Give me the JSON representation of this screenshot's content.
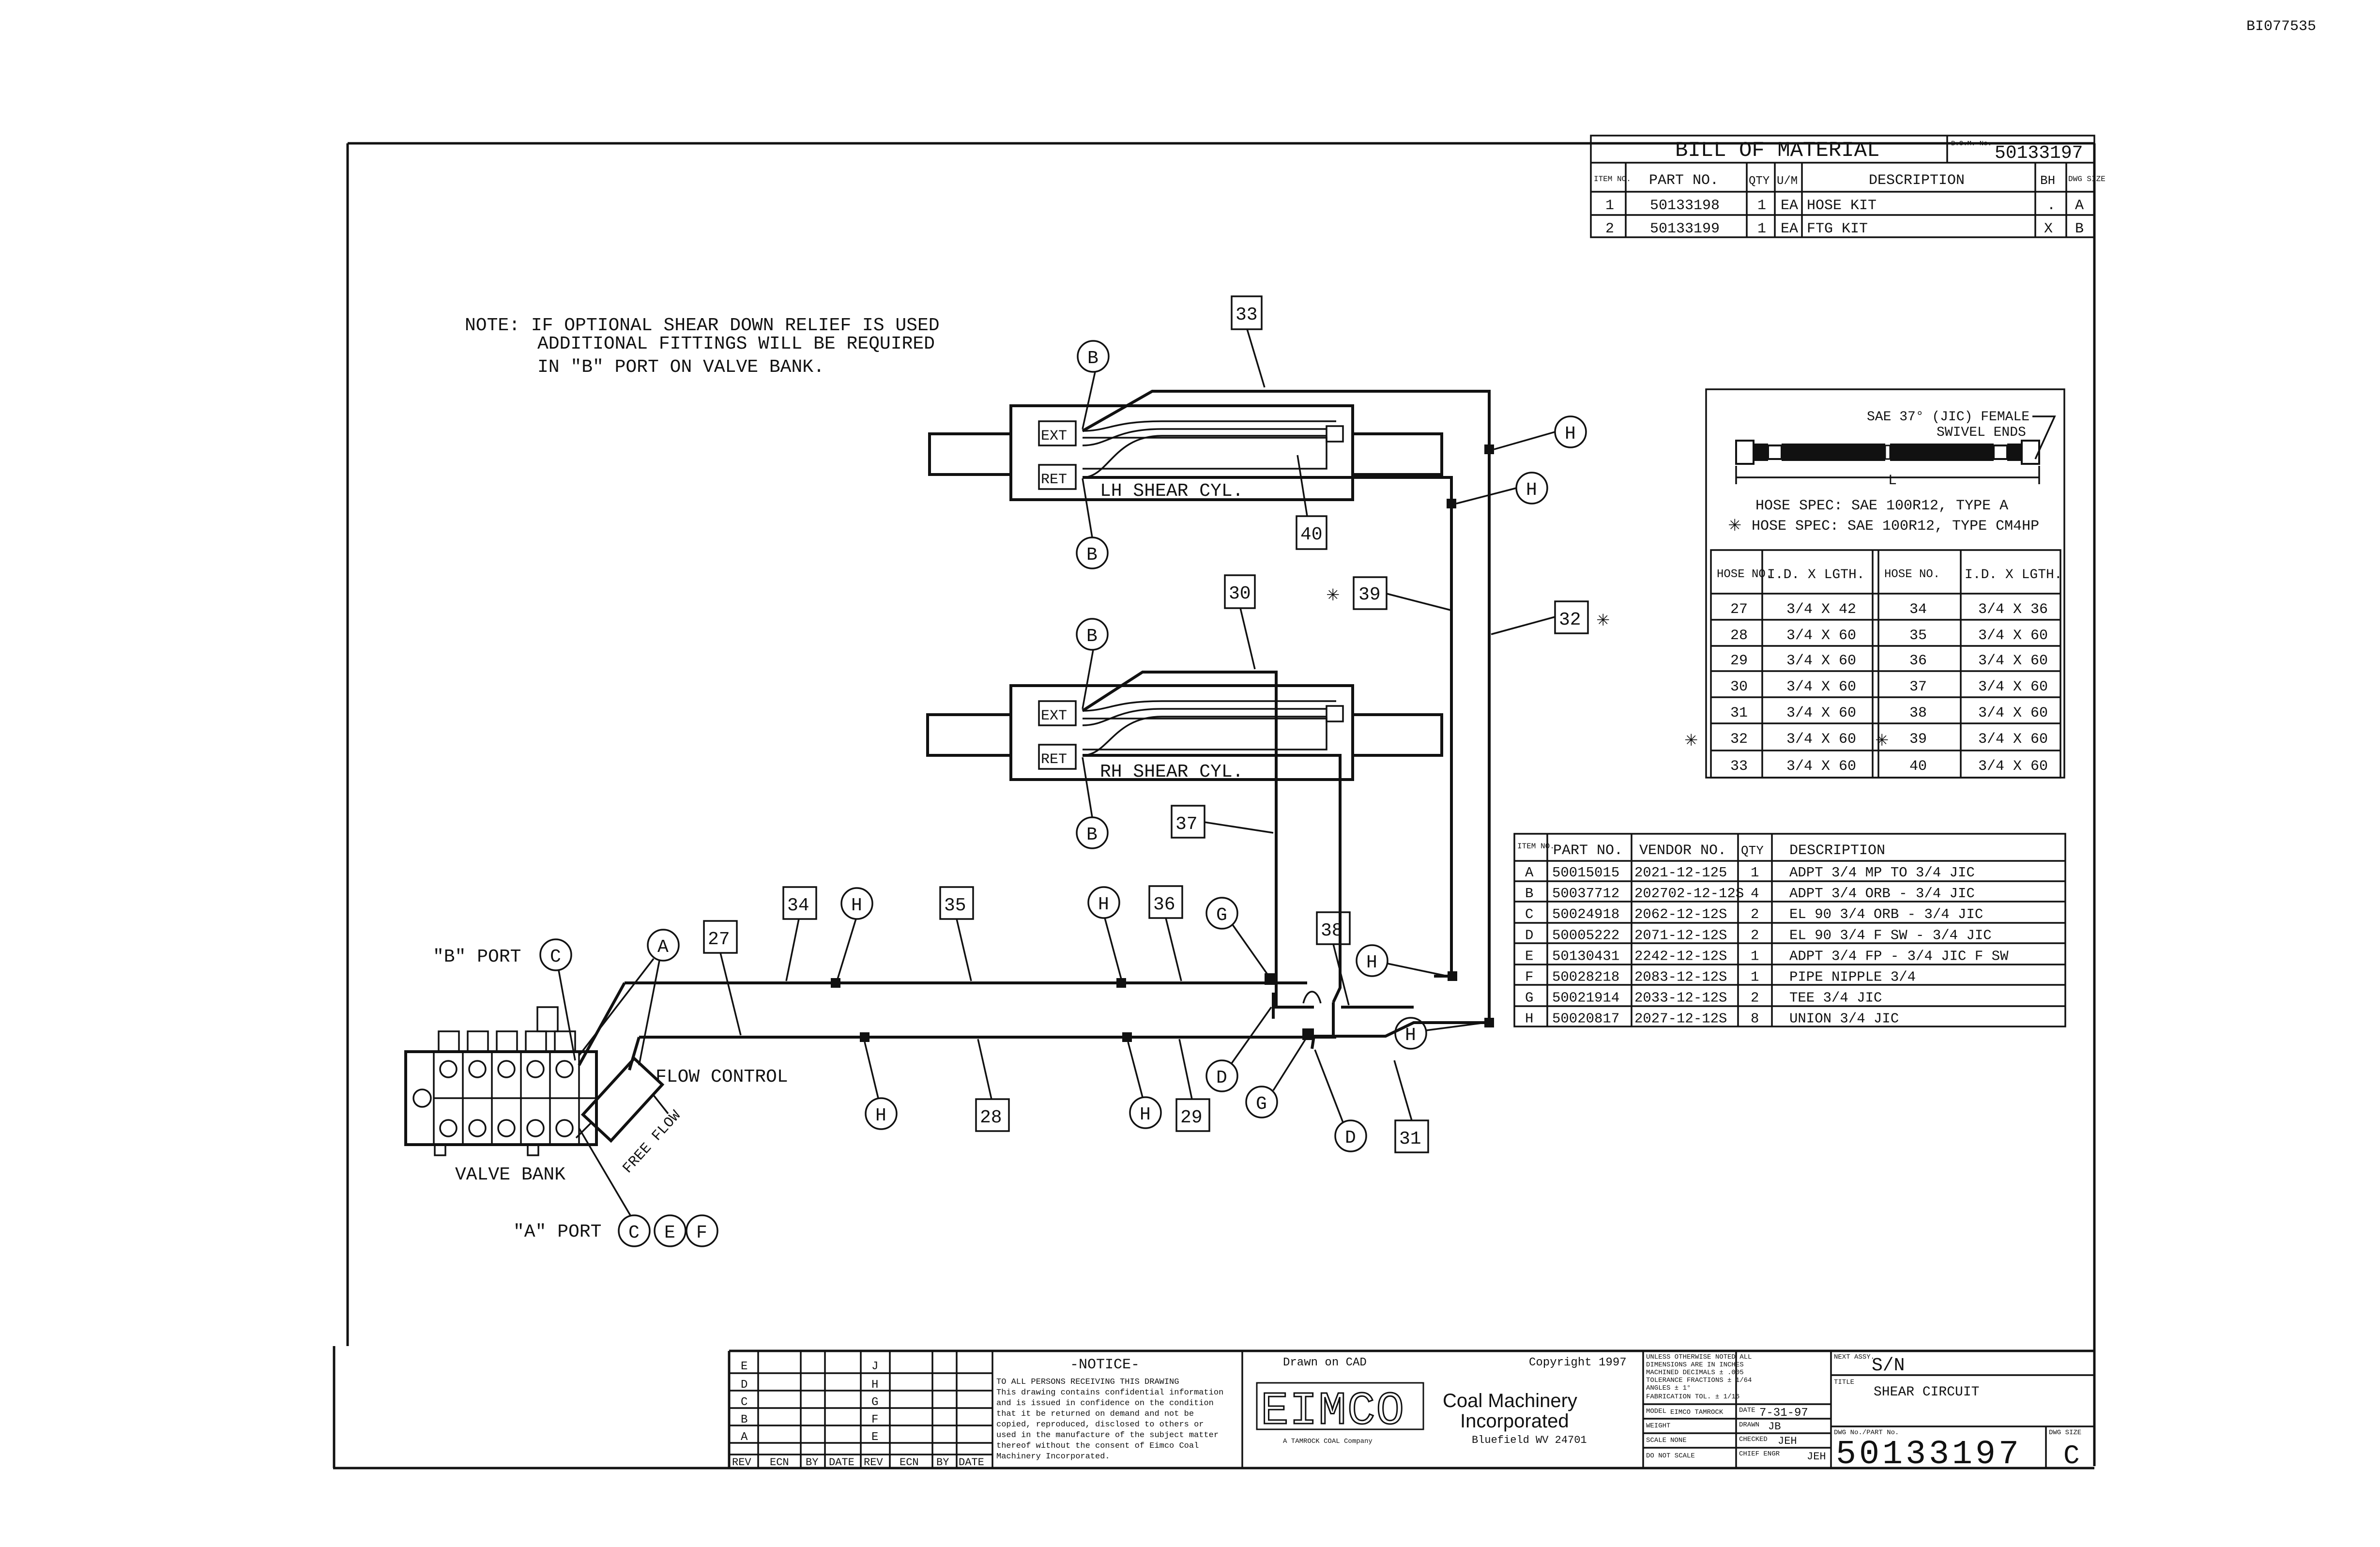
{
  "doc_id": "BI077535",
  "note": {
    "lines": [
      "NOTE: IF OPTIONAL SHEAR DOWN RELIEF IS USED",
      "ADDITIONAL FITTINGS WILL BE REQUIRED",
      "IN \"B\" PORT ON VALVE BANK."
    ]
  },
  "bom": {
    "title": "BILL OF MATERIAL",
    "bom_no": "50133197",
    "bom_no_label": "B.O.M. No.",
    "headers": {
      "item": "ITEM NO.",
      "part": "PART NO.",
      "qty": "QTY",
      "um": "U/M",
      "desc": "DESCRIPTION",
      "bh": "BH",
      "size": "DWG SIZE"
    },
    "rows": [
      {
        "item": "1",
        "part": "50133198",
        "qty": "1",
        "um": "EA",
        "desc": "HOSE KIT",
        "bh": ".",
        "size": "A"
      },
      {
        "item": "2",
        "part": "50133199",
        "qty": "1",
        "um": "EA",
        "desc": "FTG KIT",
        "bh": "X",
        "size": "B"
      }
    ]
  },
  "hose_spec": {
    "end_label_1": "SAE 37° (JIC) FEMALE",
    "end_label_2": "SWIVEL ENDS",
    "length_label": "L",
    "spec_1": "HOSE SPEC: SAE 100R12, TYPE A",
    "spec_2": "HOSE SPEC: SAE 100R12, TYPE CM4HP",
    "headers": {
      "hose_no": "HOSE NO.",
      "id_lgth": "I.D. X LGTH."
    },
    "left": [
      {
        "no": "27",
        "id": "3/4 X 42",
        "star": ""
      },
      {
        "no": "28",
        "id": "3/4 X 60",
        "star": ""
      },
      {
        "no": "29",
        "id": "3/4 X 60",
        "star": ""
      },
      {
        "no": "30",
        "id": "3/4 X 60",
        "star": ""
      },
      {
        "no": "31",
        "id": "3/4 X 60",
        "star": ""
      },
      {
        "no": "32",
        "id": "3/4 X 60",
        "star": "✳"
      },
      {
        "no": "33",
        "id": "3/4 X 60",
        "star": ""
      }
    ],
    "right": [
      {
        "no": "34",
        "id": "3/4 X 36",
        "star": ""
      },
      {
        "no": "35",
        "id": "3/4 X 60",
        "star": ""
      },
      {
        "no": "36",
        "id": "3/4 X 60",
        "star": ""
      },
      {
        "no": "37",
        "id": "3/4 X 60",
        "star": ""
      },
      {
        "no": "38",
        "id": "3/4 X 60",
        "star": ""
      },
      {
        "no": "39",
        "id": "3/4 X 60",
        "star": "✳"
      },
      {
        "no": "40",
        "id": "3/4 X 60",
        "star": ""
      }
    ]
  },
  "fittings": {
    "headers": {
      "item": "ITEM NO.",
      "part": "PART NO.",
      "vendor": "VENDOR NO.",
      "qty": "QTY",
      "desc": "DESCRIPTION"
    },
    "rows": [
      {
        "item": "A",
        "part": "50015015",
        "vendor": "2021-12-125",
        "qty": "1",
        "desc": "ADPT 3/4 MP TO 3/4 JIC"
      },
      {
        "item": "B",
        "part": "50037712",
        "vendor": "202702-12-12S",
        "qty": "4",
        "desc": "ADPT 3/4 ORB - 3/4 JIC"
      },
      {
        "item": "C",
        "part": "50024918",
        "vendor": "2062-12-12S",
        "qty": "2",
        "desc": "EL 90 3/4 ORB - 3/4 JIC"
      },
      {
        "item": "D",
        "part": "50005222",
        "vendor": "2071-12-12S",
        "qty": "2",
        "desc": "EL 90 3/4 F SW - 3/4 JIC"
      },
      {
        "item": "E",
        "part": "50130431",
        "vendor": "2242-12-12S",
        "qty": "1",
        "desc": "ADPT 3/4 FP - 3/4 JIC F SW"
      },
      {
        "item": "F",
        "part": "50028218",
        "vendor": "2083-12-12S",
        "qty": "1",
        "desc": "PIPE NIPPLE 3/4"
      },
      {
        "item": "G",
        "part": "50021914",
        "vendor": "2033-12-12S",
        "qty": "2",
        "desc": "TEE 3/4 JIC"
      },
      {
        "item": "H",
        "part": "50020817",
        "vendor": "2027-12-12S",
        "qty": "8",
        "desc": "UNION 3/4 JIC"
      }
    ]
  },
  "diagram": {
    "lh_cyl": "LH SHEAR CYL.",
    "rh_cyl": "RH SHEAR CYL.",
    "ext": "EXT",
    "ret": "RET",
    "b_port": "\"B\" PORT",
    "a_port": "\"A\" PORT",
    "valve_bank": "VALVE BANK",
    "flow_control": "FLOW CONTROL",
    "free_flow": "FREE FLOW",
    "star": "✳",
    "hose_tags": {
      "h27": "27",
      "h28": "28",
      "h29": "29",
      "h30": "30",
      "h31": "31",
      "h32": "32",
      "h33": "33",
      "h34": "34",
      "h35": "35",
      "h36": "36",
      "h37": "37",
      "h38": "38",
      "h39": "39",
      "h40": "40"
    },
    "fit": {
      "a": "A",
      "b": "B",
      "c": "C",
      "d": "D",
      "e": "E",
      "f": "F",
      "g": "G",
      "h": "H"
    }
  },
  "title_block": {
    "notice_title": "-NOTICE-",
    "notice_lines": [
      "TO ALL PERSONS RECEIVING THIS DRAWING",
      "This drawing contains confidential information",
      "and is issued in confidence on the condition",
      "that it be returned on demand and not be",
      "copied, reproduced, disclosed to others or",
      "used in the manufacture of the subject matter",
      "thereof without the consent of Eimco Coal",
      "Machinery Incorporated."
    ],
    "rev_headers": {
      "rev": "REV",
      "ecn": "ECN",
      "by": "BY",
      "date": "DATE"
    },
    "rev_letters_left": [
      "E",
      "D",
      "C",
      "B",
      "A"
    ],
    "rev_letters_right": [
      "J",
      "H",
      "G",
      "F",
      "E"
    ],
    "drawn_on": "Drawn on CAD",
    "copyright": "Copyright 1997",
    "company_logo": "EIMCO",
    "company_1": "Coal Machinery",
    "company_2": "Incorporated",
    "company_sub": "A TAMROCK COAL Company",
    "location": "Bluefield WV 24701",
    "tolerance_lines": [
      "UNLESS OTHERWISE NOTED ALL",
      "DIMENSIONS ARE IN INCHES",
      "MACHINED DECIMALS ± .005",
      "TOLERANCE FRACTIONS ± 1/64",
      "ANGLES ± 1°",
      "FABRICATION TOL. ± 1/16"
    ],
    "model_label": "MODEL",
    "model_value": "EIMCO TAMROCK",
    "weight_label": "WEIGHT",
    "scale_label": "SCALE",
    "scale_value": "NONE",
    "do_not_scale": "DO NOT SCALE",
    "date_label": "DATE",
    "date_value": "7-31-97",
    "drawn_label": "DRAWN",
    "drawn_value": "JB",
    "checked_label": "CHECKED",
    "checked_value": "JEH",
    "chief_engr_label": "CHIEF ENGR",
    "chief_engr_value": "JEH",
    "next_assy_label": "NEXT ASSY.",
    "next_assy_value": "S/N",
    "title_label": "TITLE",
    "title_value": "SHEAR CIRCUIT",
    "dwg_no_label": "DWG No./PART No.",
    "dwg_no": "50133197",
    "dwg_size_label": "DWG SIZE",
    "dwg_size": "C"
  }
}
